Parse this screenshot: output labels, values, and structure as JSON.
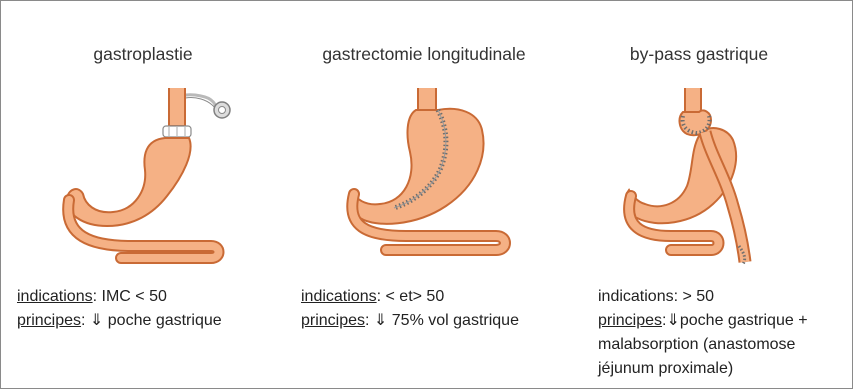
{
  "panels": [
    {
      "title": "gastroplastie",
      "indications_label": "indications",
      "indications_value": ": IMC < 50",
      "principes_label": "principes",
      "principes_value": ": ⇓ poche gastrique"
    },
    {
      "title": "gastrectomie longitudinale",
      "indications_label": "indications",
      "indications_value": ": < et> 50",
      "principes_label": "principes",
      "principes_value": ": ⇓ 75% vol gastrique"
    },
    {
      "title": "by-pass gastrique",
      "indications_text": "indications: > 50",
      "principes_label": "principes",
      "principes_value": ":⇓poche gastrique +",
      "line3": "malabsorption (anastomose",
      "line4": "jéjunum proximale)"
    }
  ],
  "colors": {
    "stomach_fill": "#f5b185",
    "stomach_outline": "#c96a35",
    "band_gray": "#b9b9b9",
    "staple": "#6e6e6e",
    "frame_border": "#8a8a8a"
  }
}
